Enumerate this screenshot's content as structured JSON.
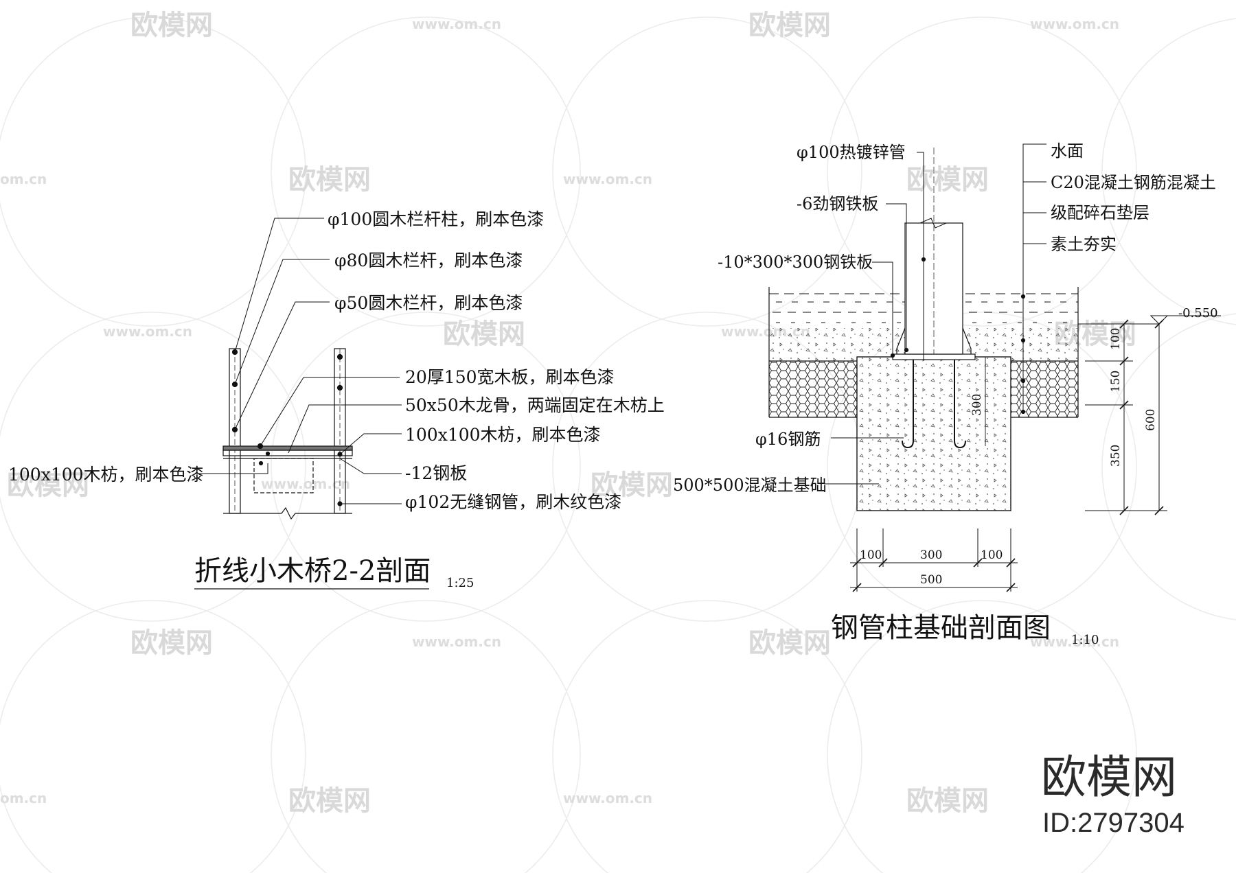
{
  "watermark": {
    "brand": "欧模网",
    "url": "www.om.cn",
    "url_short": "om.cn"
  },
  "corner_logo": {
    "brand": "欧模网",
    "id": "ID:2797304"
  },
  "bridge_section": {
    "title": "折线小木桥2-2剖面",
    "scale": "1:25",
    "labels": {
      "post": "φ100圆木栏杆柱，刷本色漆",
      "rail80": "φ80圆木栏杆，刷本色漆",
      "rail50": "φ50圆木栏杆，刷本色漆",
      "plank": "20厚150宽木板，刷本色漆",
      "keel": "50x50木龙骨，两端固定在木枋上",
      "beam_right": "100x100木枋，刷本色漆",
      "beam_left": "100x100木枋，刷本色漆",
      "plate": "-12钢板",
      "pipe": "φ102无缝钢管，刷木纹色漆"
    }
  },
  "foundation_section": {
    "title": "钢管柱基础剖面图",
    "scale": "1:10",
    "labels": {
      "pipe": "φ100热镀锌管",
      "stiffener": "-6劲钢铁板",
      "plate": "-10*300*300钢铁板",
      "water": "水面",
      "concrete": "C20混凝土钢筋混凝土",
      "gravel": "级配碎石垫层",
      "soil": "素土夯实",
      "rebar": "φ16钢筋",
      "footing": "500*500混凝土基础"
    },
    "level": "-0.550",
    "dims": {
      "d100": "100",
      "d150": "150",
      "d350": "350",
      "d600": "600",
      "d300v": "300",
      "b100a": "100",
      "b300": "300",
      "b100b": "100",
      "b500": "500"
    }
  }
}
